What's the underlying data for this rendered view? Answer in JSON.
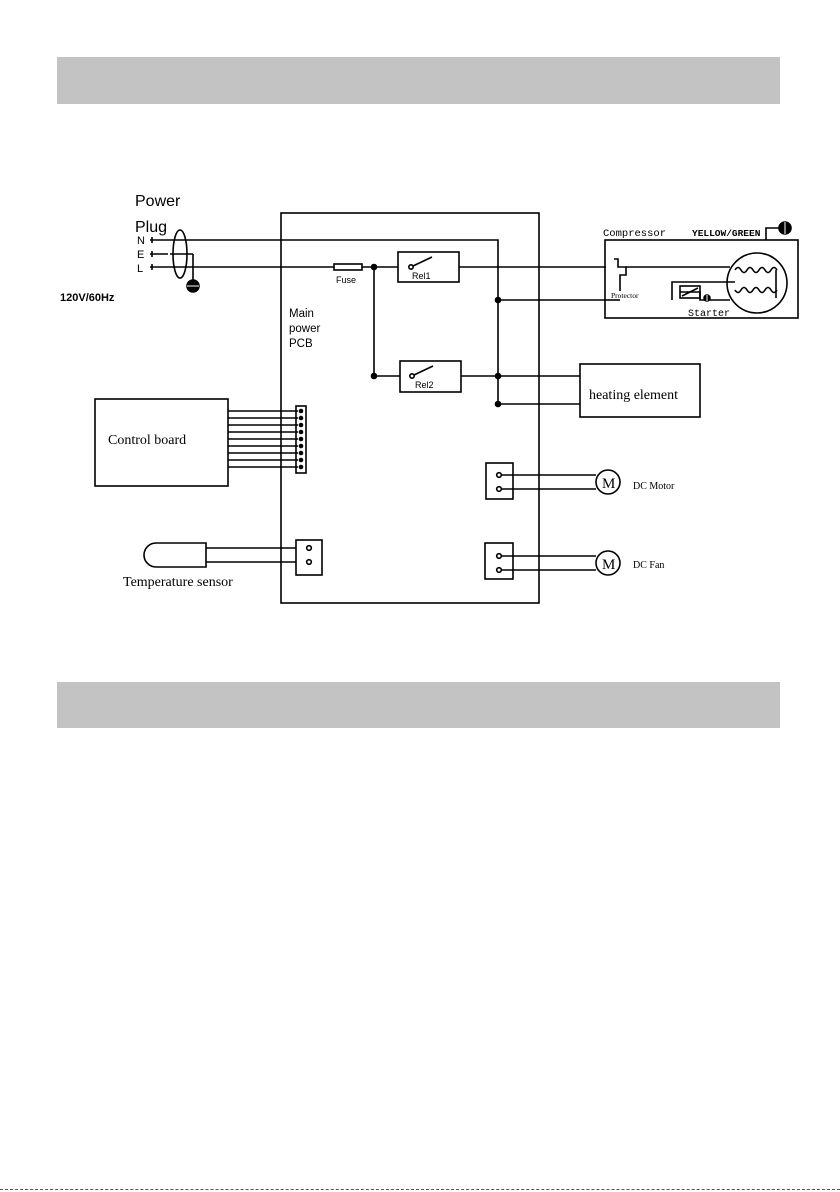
{
  "diagram": {
    "power_plug": {
      "title_line1": "Power",
      "title_line2": "Plug",
      "pin_n": "N",
      "pin_e": "E",
      "pin_l": "L",
      "rating": "120V/60Hz"
    },
    "pcb": {
      "line1": "Main",
      "line2": "power",
      "line3": "PCB",
      "fuse": "Fuse",
      "relay1": "Rel1",
      "relay2": "Rel2"
    },
    "compressor": {
      "title": "Compressor",
      "ground_wire": "YELLOW/GREEN",
      "protector": "Protector",
      "starter": "Starter"
    },
    "heating_element": "heating element",
    "control_board": "Control board",
    "temperature_sensor": "Temperature sensor",
    "dc_motor": {
      "symbol": "M",
      "label": "DC Motor"
    },
    "dc_fan": {
      "symbol": "M",
      "label": "DC Fan"
    }
  }
}
